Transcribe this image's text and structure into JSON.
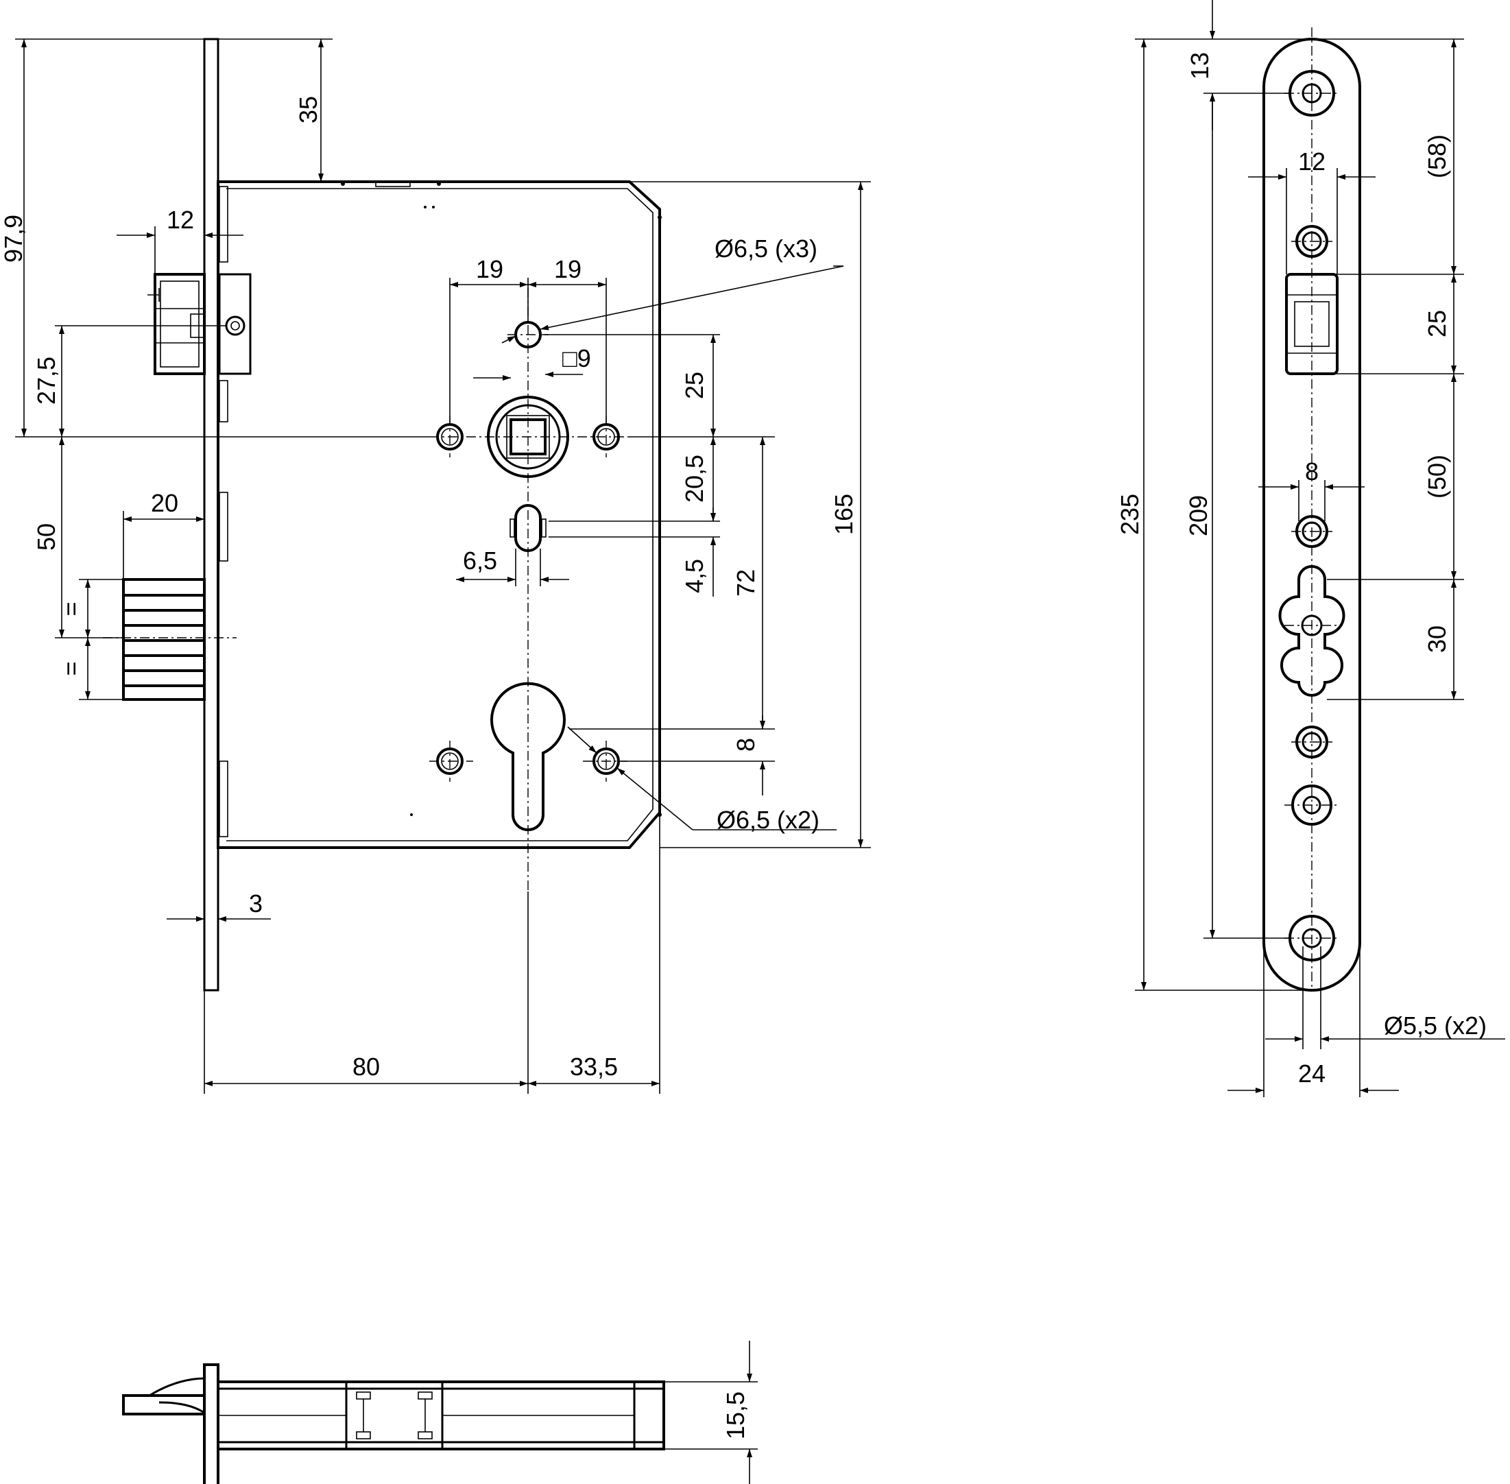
{
  "front_view": {
    "dimensions": {
      "d_97_9": "97,9",
      "d_35": "35",
      "d_12": "12",
      "d_27_5": "27,5",
      "d_20": "20",
      "d_50": "50",
      "eq_top": "=",
      "eq_bottom": "=",
      "d_19_left": "19",
      "d_19_right": "19",
      "hole_top": "Ø6,5 (x3)",
      "square": "□9",
      "d_25": "25",
      "d_20_5": "20,5",
      "d_6_5": "6,5",
      "d_4_5": "4,5",
      "d_72": "72",
      "d_165": "165",
      "d_8": "8",
      "hole_bottom": "Ø6,5 (x2)",
      "d_3": "3",
      "d_80": "80",
      "d_33_5": "33,5"
    }
  },
  "side_view": {
    "dimensions": {
      "d_13": "13",
      "d_235": "235",
      "d_209": "209",
      "d_58": "(58)",
      "d_12": "12",
      "d_25": "25",
      "d_50": "(50)",
      "d_8": "8",
      "d_30": "30",
      "hole": "Ø5,5 (x2)",
      "d_24": "24"
    }
  },
  "bottom_view": {
    "dimensions": {
      "d_15_5": "15,5"
    }
  }
}
